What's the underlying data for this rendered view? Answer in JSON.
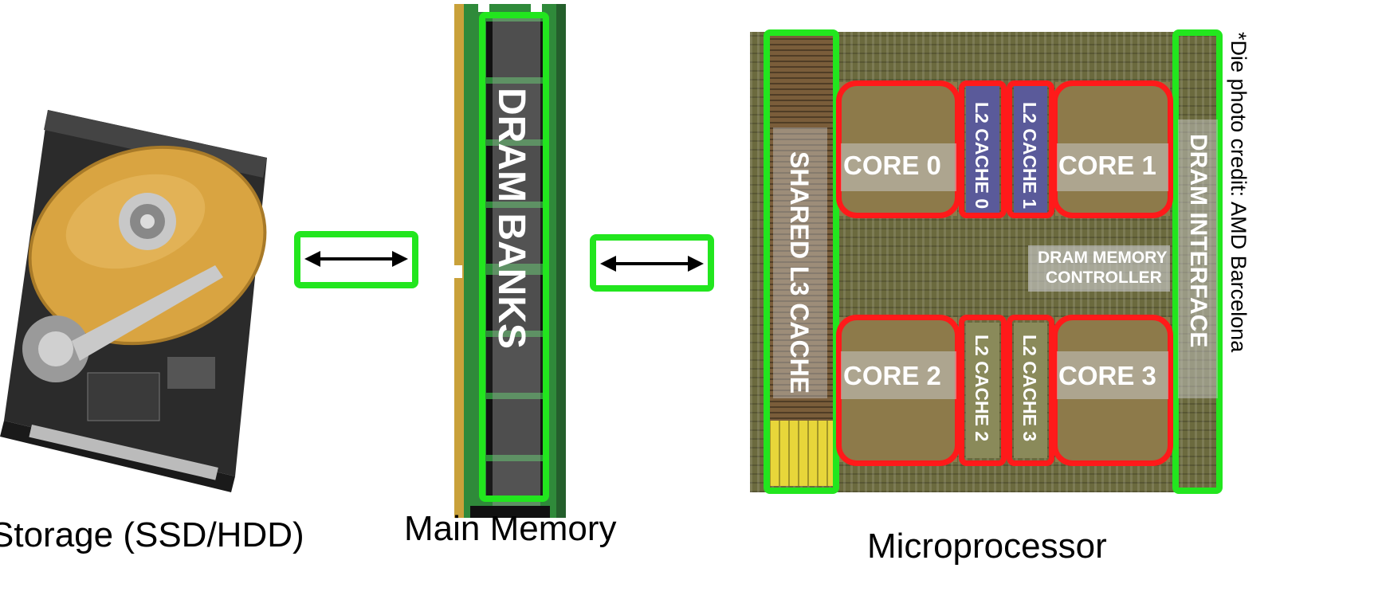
{
  "captions": {
    "storage": "Storage (SSD/HDD)",
    "memory": "Main Memory",
    "processor": "Microprocessor"
  },
  "labels": {
    "dram_banks": "DRAM BANKS",
    "shared_l3": "SHARED L3 CACHE",
    "dram_interface": "DRAM INTERFACE",
    "core0": "CORE 0",
    "core1": "CORE 1",
    "core2": "CORE 2",
    "core3": "CORE 3",
    "l2_0": "L2 CACHE 0",
    "l2_1": "L2 CACHE 1",
    "l2_2": "L2 CACHE 2",
    "l2_3": "L2 CACHE 3",
    "mem_ctrl_1": "DRAM MEMORY",
    "mem_ctrl_2": "CONTROLLER"
  },
  "credit": "*Die photo credit: AMD Barcelona",
  "icons": {
    "hdd": "hard-drive-icon",
    "dimm": "memory-module-icon",
    "die": "cpu-die-icon",
    "arrow": "bidirectional-arrow-icon"
  },
  "colors": {
    "highlight_green": "#22e61e",
    "highlight_red": "#ff1a1a",
    "pcb_green": "#2f8a3a",
    "platter_gold": "#d9a441"
  }
}
